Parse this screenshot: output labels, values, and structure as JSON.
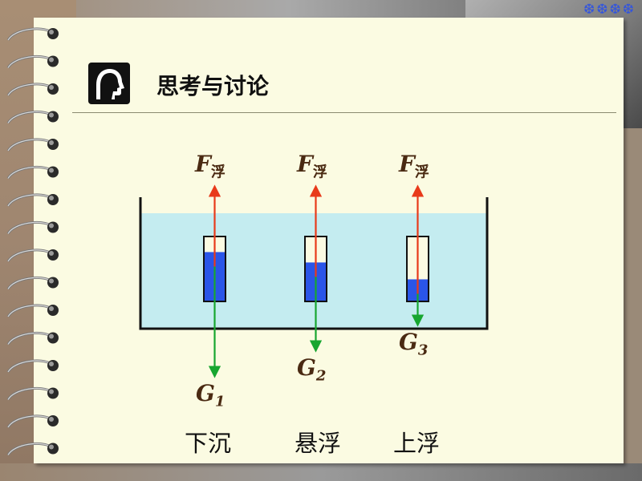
{
  "header": {
    "title": "思考与讨论",
    "icon": "head-silhouette-icon",
    "corner_decoration": "❆❆❆❆"
  },
  "diagram": {
    "buoyancy_label": "F",
    "buoyancy_subscript": "浮",
    "tubes": [
      {
        "gravity_label": "G",
        "gravity_subscript": "1",
        "state": "下沉",
        "fill_fraction": 0.76
      },
      {
        "gravity_label": "G",
        "gravity_subscript": "2",
        "state": "悬浮",
        "fill_fraction": 0.6
      },
      {
        "gravity_label": "G",
        "gravity_subscript": "3",
        "state": "上浮",
        "fill_fraction": 0.34
      }
    ]
  },
  "colors": {
    "water": "#c4ecf0",
    "liquid": "#2a55e8",
    "buoyancy_arrow": "#e83a1a",
    "gravity_arrow": "#17a630",
    "label_color": "#4a2a12",
    "paper": "#fbfbe2"
  }
}
